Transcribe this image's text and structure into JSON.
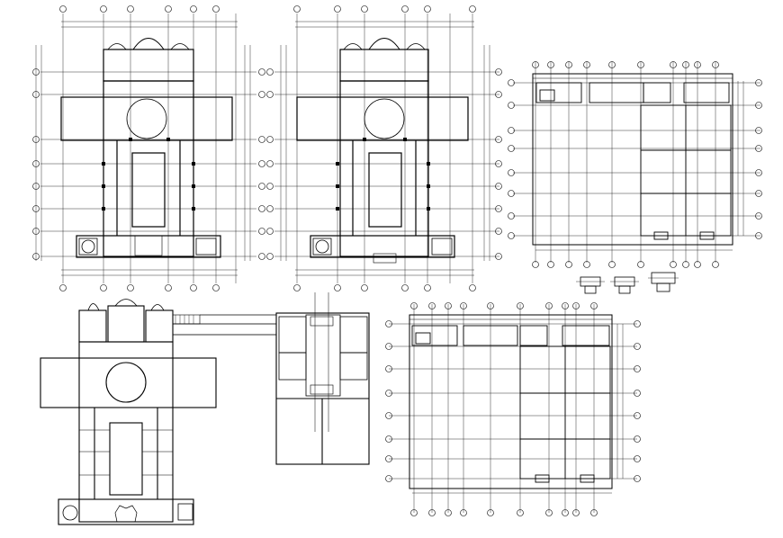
{
  "sheet": {
    "line_color": "#000000",
    "background": "#ffffff"
  },
  "plans": [
    {
      "id": "plan-a",
      "kind": "cross-plan-gridded",
      "grid_bubbles": true
    },
    {
      "id": "plan-b",
      "kind": "cross-plan-gridded",
      "grid_bubbles": true
    },
    {
      "id": "plan-c",
      "kind": "structural-grid-plan",
      "grid_bubbles": true
    },
    {
      "id": "plan-d",
      "kind": "cross-plan-overall",
      "grid_bubbles": false
    },
    {
      "id": "plan-e",
      "kind": "wing-plan",
      "grid_bubbles": false
    },
    {
      "id": "plan-f",
      "kind": "structural-grid-plan",
      "grid_bubbles": true
    }
  ],
  "details": {
    "count": 3,
    "kind": "column-footing-detail"
  }
}
